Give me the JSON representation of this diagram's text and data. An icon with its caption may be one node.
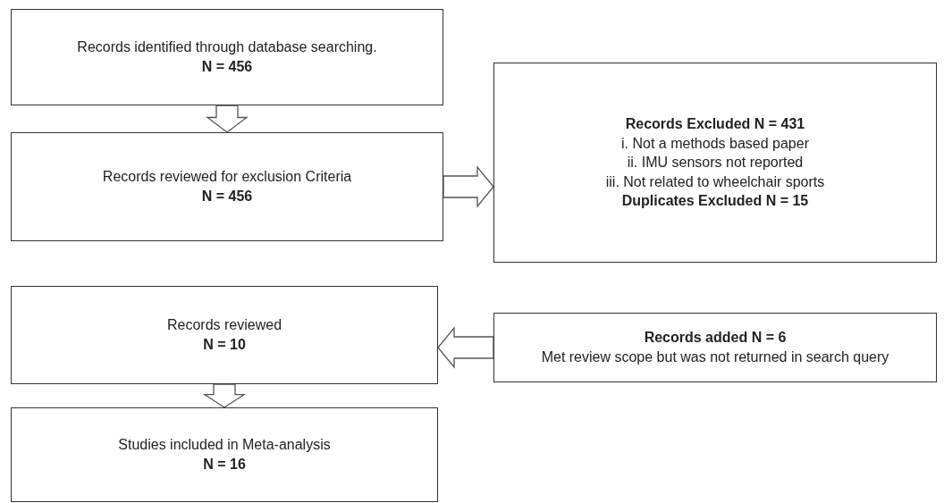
{
  "diagram": {
    "nodes": [
      {
        "text": [
          "Records identified through database searching.",
          "N = 456"
        ]
      },
      {
        "text": [
          "Records reviewed for exclusion Criteria",
          "N = 456"
        ]
      },
      {
        "text": [
          "Records Excluded N = 431",
          "i. Not a methods based paper",
          "ii. IMU sensors not reported",
          "iii. Not related to wheelchair sports",
          "Duplicates Excluded N = 15"
        ]
      },
      {
        "text": [
          "Records reviewed",
          "N = 10"
        ]
      },
      {
        "text": [
          "Records added N = 6",
          "Met review scope but was not returned in search query"
        ]
      },
      {
        "text": [
          "Studies included in Meta-analysis",
          "N = 16"
        ]
      }
    ],
    "edges": [
      {
        "from": 0,
        "to": 1,
        "arrow": "to"
      },
      {
        "from": 1,
        "to": 2,
        "arrow": "to"
      },
      {
        "from": 4,
        "to": 3,
        "arrow": "to"
      },
      {
        "from": 3,
        "to": 5,
        "arrow": "to"
      }
    ]
  }
}
